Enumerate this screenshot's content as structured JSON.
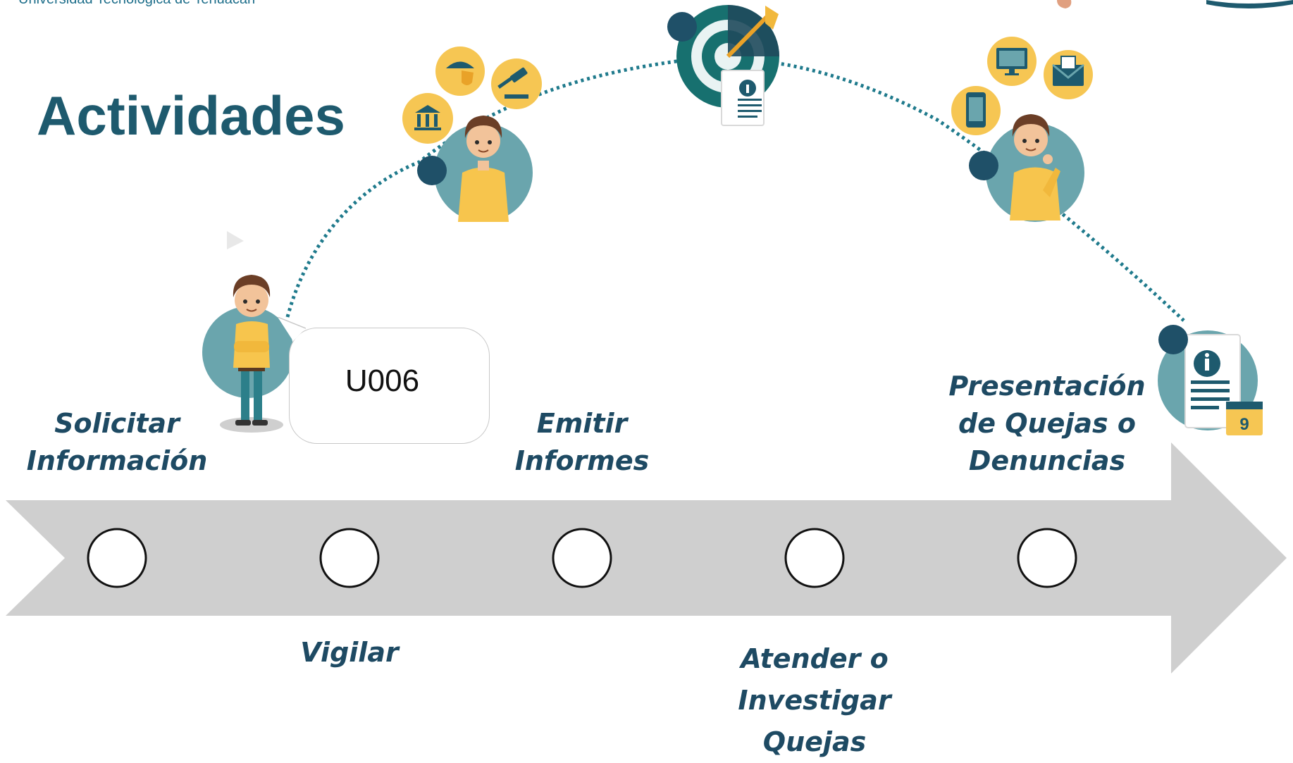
{
  "header": {
    "org_name": "Universidad Tecnológica de Tehuacán"
  },
  "title": "Actividades",
  "speech_bubble": {
    "code": "U006"
  },
  "activities": [
    {
      "label_lines": [
        "Solicitar",
        "Información"
      ]
    },
    {
      "label_lines": [
        "Vigilar"
      ]
    },
    {
      "label_lines": [
        "Emitir",
        "Informes"
      ]
    },
    {
      "label_lines": [
        "Atender o",
        "Investigar",
        "Quejas"
      ]
    },
    {
      "label_lines": [
        "Presentación",
        "de Quejas o",
        "Denuncias"
      ]
    }
  ],
  "colors": {
    "title": "#1e5a6e",
    "label": "#1e4a63",
    "teal_circle": "#6aa5ad",
    "dark_dot": "#1f5068",
    "dotted_arc": "#1f7a8c",
    "icon_yellow": "#f6c653",
    "shirt": "#f7c54d",
    "arrow": "#cfcfcf"
  }
}
